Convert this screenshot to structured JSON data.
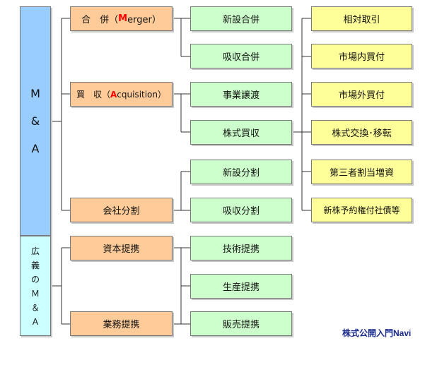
{
  "left": {
    "main_chars": [
      "M",
      "&",
      "A"
    ],
    "broad_chars": [
      "広",
      "義",
      "の",
      "Ｍ",
      "＆",
      "Ａ"
    ]
  },
  "level1": {
    "merger_prefix": "合　併（",
    "merger_accent": "M",
    "merger_suffix": "erger）",
    "acq_prefix": "買　収（",
    "acq_accent": "A",
    "acq_suffix": "cquisition）",
    "split": "会社分割",
    "capital": "資本提携",
    "business": "業務提携"
  },
  "level2": {
    "new_merger": "新設合併",
    "absorb_merger": "吸収合併",
    "business_transfer": "事業譲渡",
    "stock_purchase": "株式買収",
    "new_split": "新設分割",
    "absorb_split": "吸収分割",
    "tech": "技術提携",
    "production": "生産提携",
    "sales": "販売提携"
  },
  "level3": {
    "negotiated": "相対取引",
    "on_market": "市場内買付",
    "off_market": "市場外買付",
    "exchange": "株式交換･移転",
    "third_party": "第三者割当増資",
    "warrants": "新株予約権付社債等"
  },
  "credit": "株式公開入門Navi",
  "colors": {
    "main": "#99ccff",
    "broad": "#ccffff",
    "level1": "#ffcc99",
    "level2": "#ccffcc",
    "level3": "#ffff99",
    "accent": "#ff0000"
  }
}
